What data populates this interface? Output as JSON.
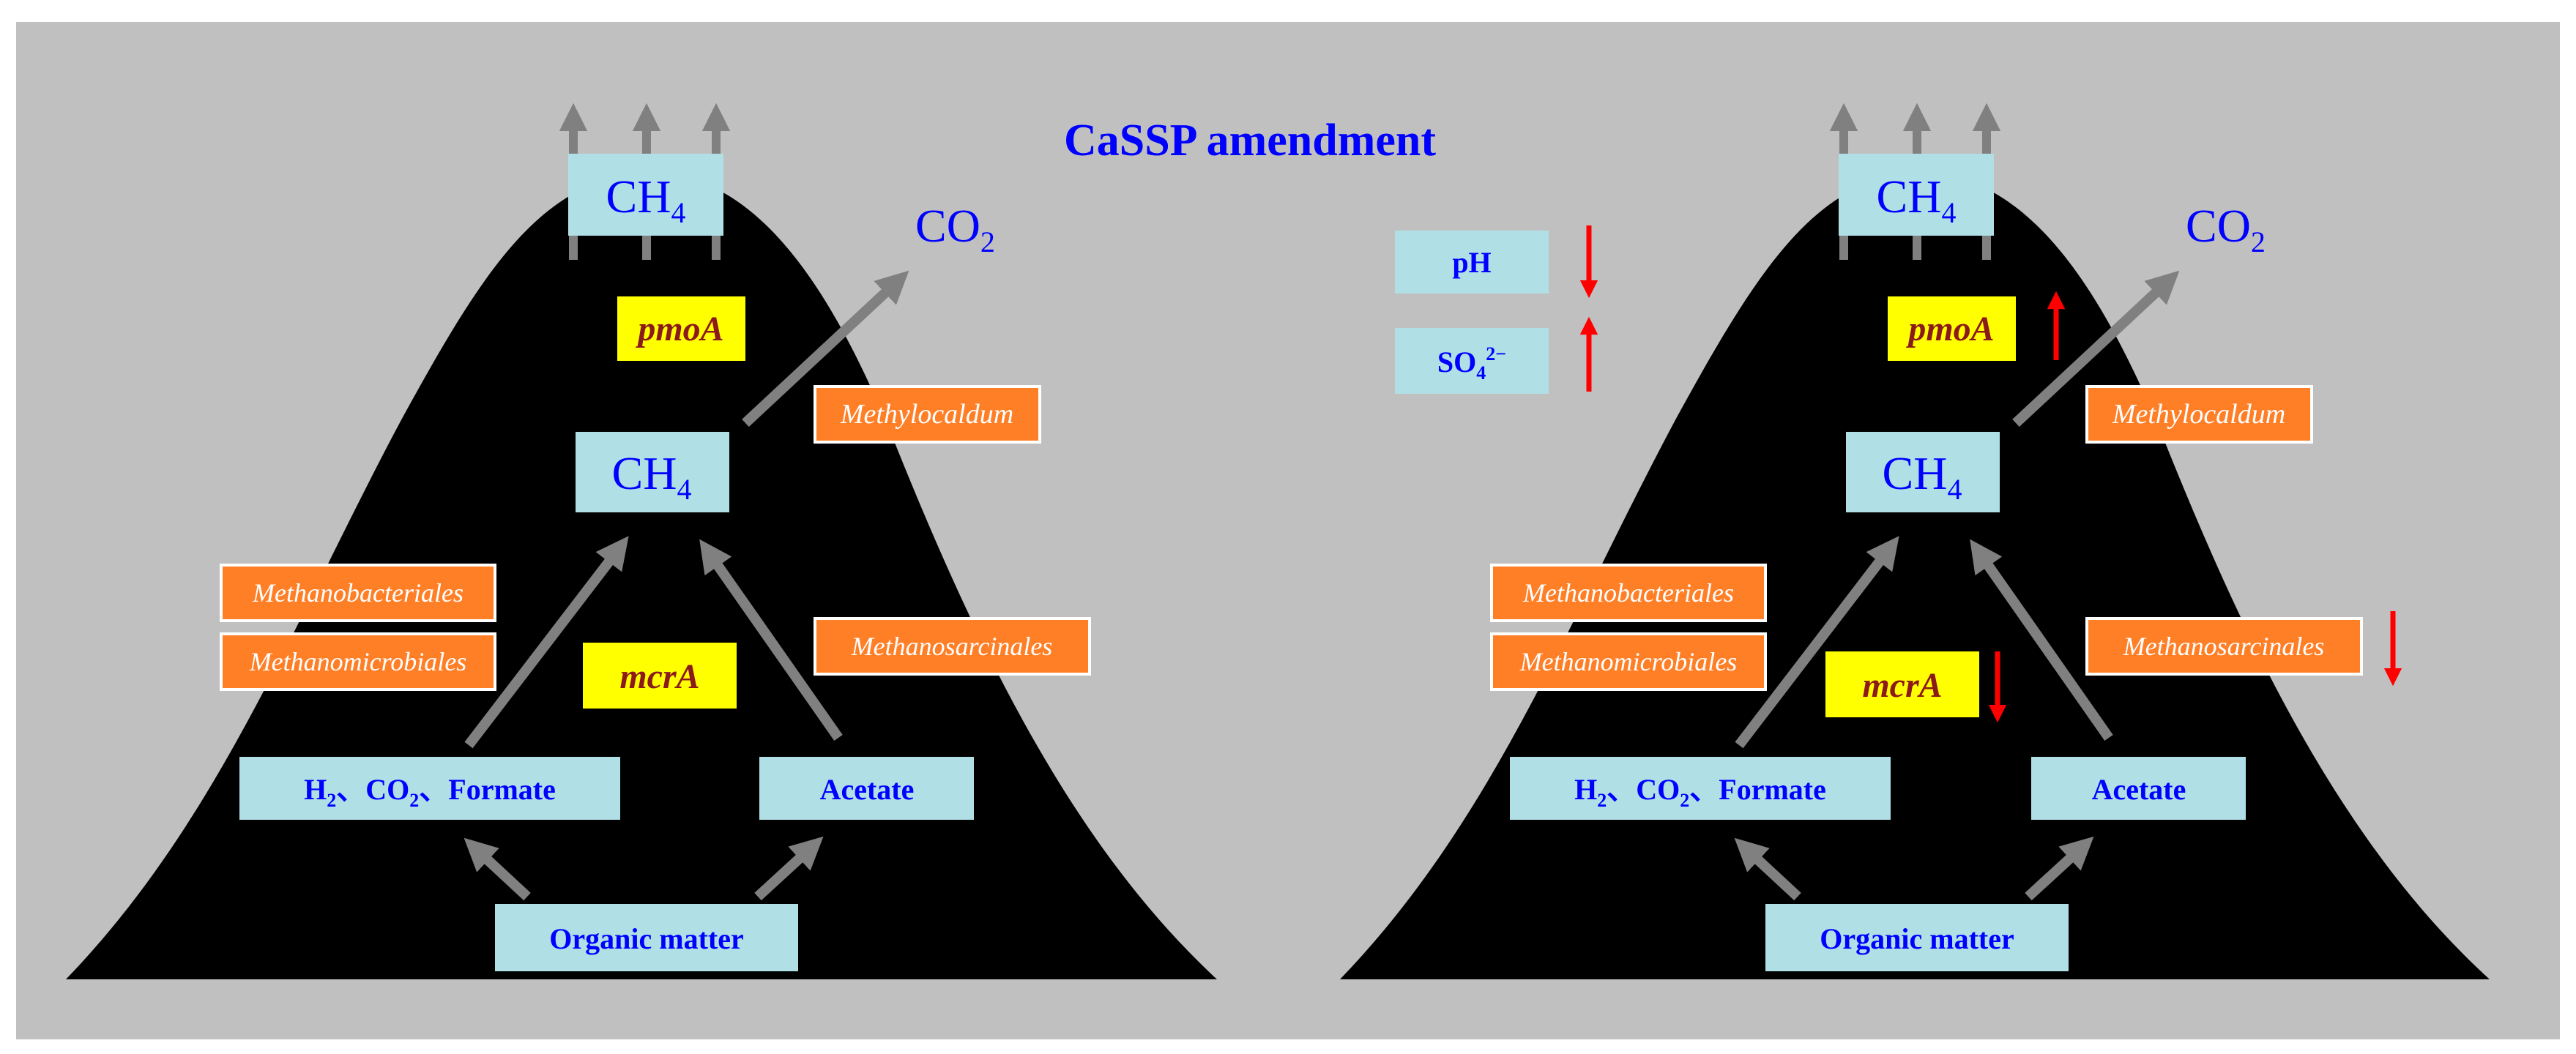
{
  "title": "CaSSP amendment",
  "labels": {
    "ch4_prefix": "CH",
    "ch4_sub": "4",
    "co2_prefix": "CO",
    "co2_sub": "2",
    "pmoA": "pmoA",
    "mcrA": "mcrA",
    "methylocaldum": "Methylocaldum",
    "methanobacteriales": "Methanobacteriales",
    "methanomicrobiales": "Methanomicrobiales",
    "methanosarcinales": "Methanosarcinales",
    "h2_h": "H",
    "h2_sub": "2",
    "h2_sep1": "、CO",
    "h2_sub2": "2",
    "h2_sep2": "、Formate",
    "acetate": "Acetate",
    "organic_matter": "Organic matter",
    "ph": "pH",
    "so4_prefix": "SO",
    "so4_sub": "4",
    "so4_sup": "2−"
  },
  "colors": {
    "background": "#c0c0c0",
    "mound": "#000000",
    "box_cyan": "#b0e0e6",
    "box_orange": "#ff7f27",
    "box_yellow": "#ffff00",
    "text_blue": "#0000ff",
    "text_maroon": "#8b1a1a",
    "arrow_grey": "#808080",
    "indicator_red": "#ff0000"
  },
  "indicators": {
    "ph": "down",
    "so4": "up",
    "pmoA": "up",
    "mcrA": "down",
    "methanosarcinales": "down"
  }
}
